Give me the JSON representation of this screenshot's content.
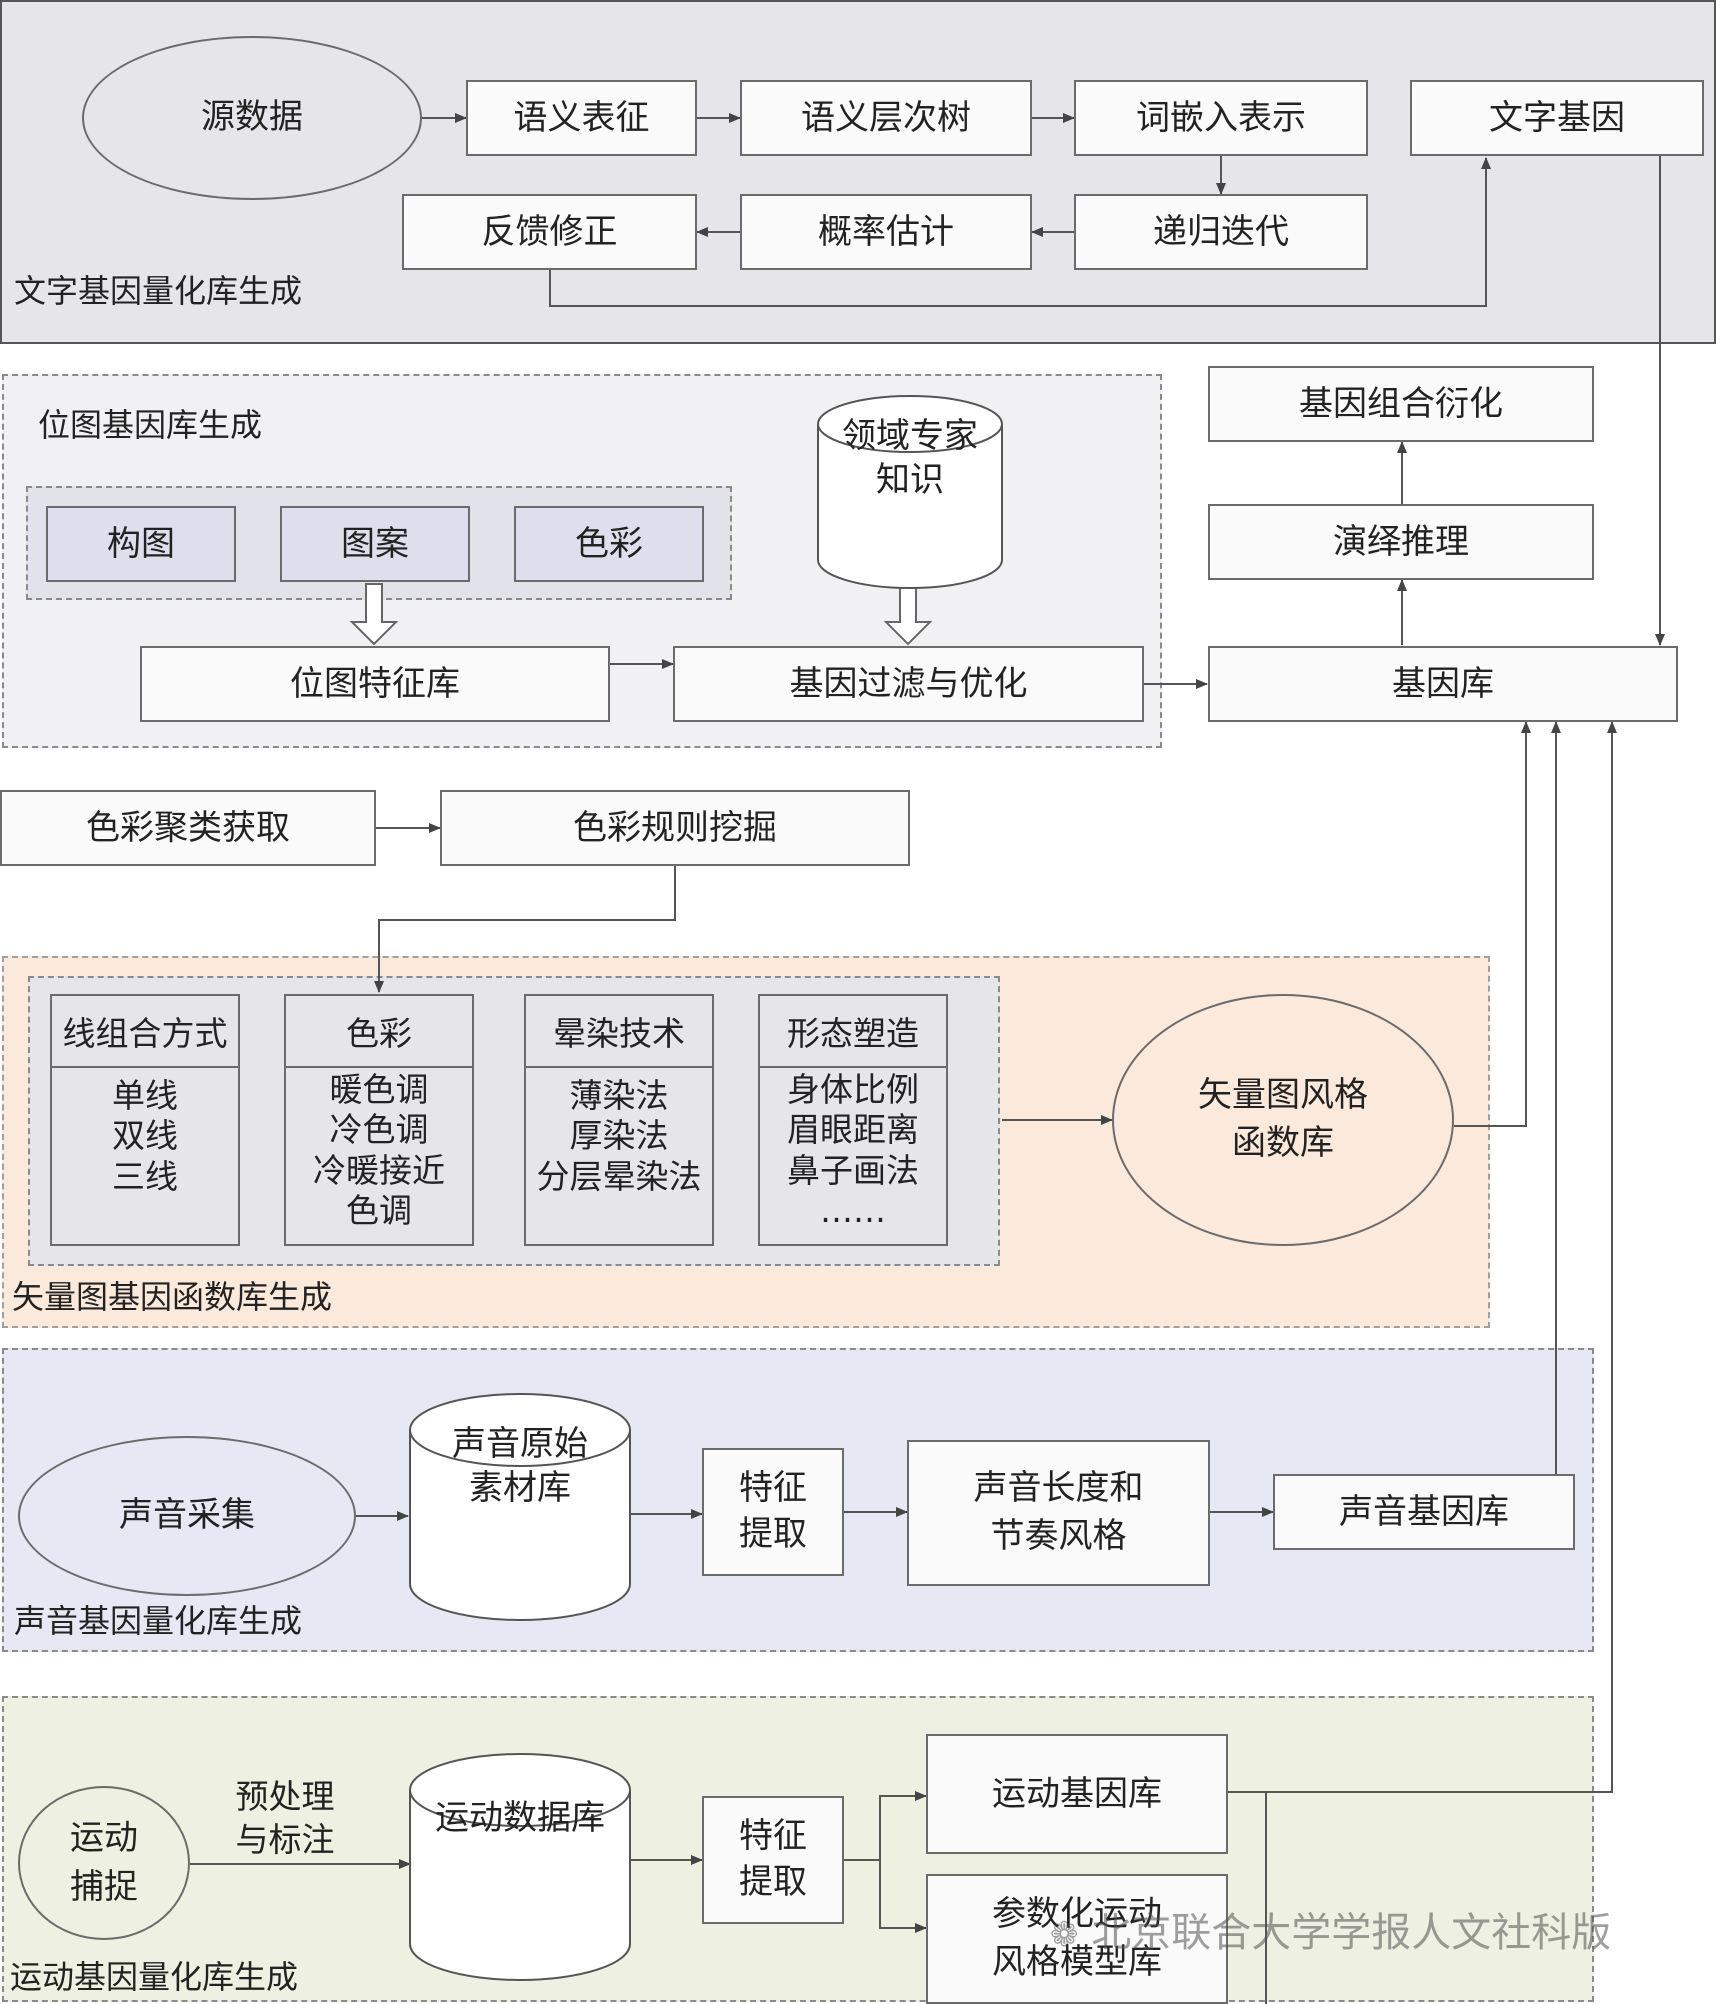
{
  "text_gene": {
    "section_label": "文字基因量化库生成",
    "source": "源数据",
    "semantic_repr": "语义表征",
    "semantic_tree": "语义层次树",
    "word_embedding": "词嵌入表示",
    "text_gene": "文字基因",
    "feedback": "反馈修正",
    "prob_estimate": "概率估计",
    "recursive_iter": "递归迭代"
  },
  "bitmap": {
    "section_label": "位图基因库生成",
    "composition": "构图",
    "pattern": "图案",
    "color": "色彩",
    "expert_line1": "领域专家",
    "expert_line2": "知识",
    "feature_lib": "位图特征库",
    "gene_filter": "基因过滤与优化"
  },
  "gene_side": {
    "combination": "基因组合衍化",
    "deduction": "演绎推理",
    "gene_lib": "基因库"
  },
  "color_rules": {
    "cluster": "色彩聚类获取",
    "mining": "色彩规则挖掘"
  },
  "vector": {
    "section_label": "矢量图基因函数库生成",
    "cards": [
      {
        "title": "线组合方式",
        "items": [
          "单线",
          "双线",
          "三线"
        ]
      },
      {
        "title": "色彩",
        "items": [
          "暖色调",
          "冷色调",
          "冷暖接近",
          "色调"
        ]
      },
      {
        "title": "晕染技术",
        "items": [
          "薄染法",
          "厚染法",
          "分层晕染法"
        ]
      },
      {
        "title": "形态塑造",
        "items": [
          "身体比例",
          "眉眼距离",
          "鼻子画法",
          "……"
        ]
      }
    ],
    "style_lib_line1": "矢量图风格",
    "style_lib_line2": "函数库"
  },
  "sound": {
    "section_label": "声音基因量化库生成",
    "collect": "声音采集",
    "raw_line1": "声音原始",
    "raw_line2": "素材库",
    "feature_line1": "特征",
    "feature_line2": "提取",
    "rhythm_line1": "声音长度和",
    "rhythm_line2": "节奏风格",
    "gene_lib": "声音基因库"
  },
  "motion": {
    "section_label": "运动基因量化库生成",
    "capture_line1": "运动",
    "capture_line2": "捕捉",
    "preprocess_line1": "预处理",
    "preprocess_line2": "与标注",
    "db": "运动数据库",
    "feature_line1": "特征",
    "feature_line2": "提取",
    "gene_lib": "运动基因库",
    "param_line1": "参数化运动",
    "param_line2": "风格模型库"
  },
  "watermark": "北京联合大学学报人文社科版",
  "colors": {
    "panel_text": "#e6e6ea",
    "panel_bitmap": "#f1f1f3",
    "panel_vector": "#fbe9dc",
    "panel_sound": "#e6e9f4",
    "panel_motion": "#eef0e2",
    "line": "#555555"
  }
}
